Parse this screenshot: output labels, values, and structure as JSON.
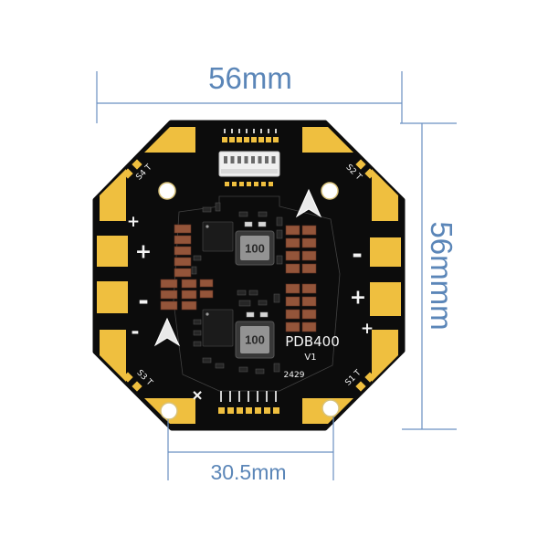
{
  "colors": {
    "dimension_line": "#6a90c2",
    "dimension_text": "#5b86b8",
    "board": "#0c0c0c",
    "gold_pad": "#efbf3f",
    "silkscreen": "#f4f4f4",
    "background": "#ffffff"
  },
  "dimensions": {
    "width_label": "56mm",
    "height_label": "56mmm",
    "hole_spacing_label": "30.5mm"
  },
  "board": {
    "model": "PDB400",
    "version": "V1",
    "date_code": "2429",
    "inductor_labels": [
      "100",
      "100"
    ],
    "signal_pad_labels": {
      "top_left": "S4 T",
      "top_right": "S2 T",
      "bottom_left": "S3 T",
      "bottom_right": "S1 T"
    },
    "polarity_marks": [
      "+",
      "+",
      "-",
      "-",
      "-",
      "+",
      "+",
      "+"
    ]
  }
}
